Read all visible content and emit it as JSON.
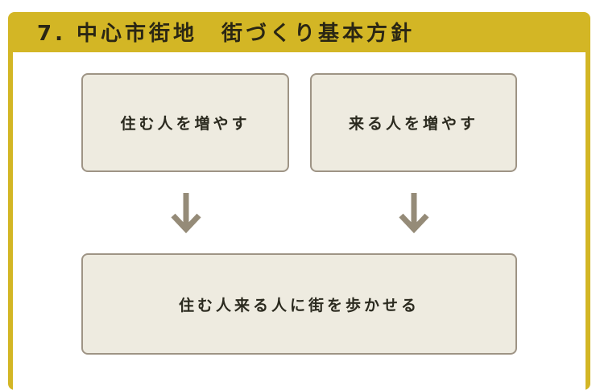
{
  "title": "7. 中心市街地　街づくり基本方針",
  "boxes": {
    "left": "住む人を増やす",
    "right": "来る人を増やす",
    "bottom": "住む人来る人に街を歩かせる"
  },
  "colors": {
    "header": "#d3b625",
    "box_fill": "#eeebe0",
    "box_border": "#9e9485",
    "arrow": "#958b78"
  }
}
